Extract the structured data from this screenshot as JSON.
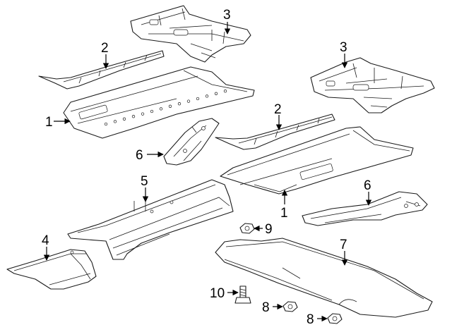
{
  "callouts": [
    {
      "id": "c1a",
      "label": "1"
    },
    {
      "id": "c1b",
      "label": "1"
    },
    {
      "id": "c2a",
      "label": "2"
    },
    {
      "id": "c2b",
      "label": "2"
    },
    {
      "id": "c3a",
      "label": "3"
    },
    {
      "id": "c3b",
      "label": "3"
    },
    {
      "id": "c4",
      "label": "4"
    },
    {
      "id": "c5",
      "label": "5"
    },
    {
      "id": "c6a",
      "label": "6"
    },
    {
      "id": "c6b",
      "label": "6"
    },
    {
      "id": "c7",
      "label": "7"
    },
    {
      "id": "c8a",
      "label": "8"
    },
    {
      "id": "c8b",
      "label": "8"
    },
    {
      "id": "c9",
      "label": "9"
    },
    {
      "id": "c10",
      "label": "10"
    }
  ]
}
